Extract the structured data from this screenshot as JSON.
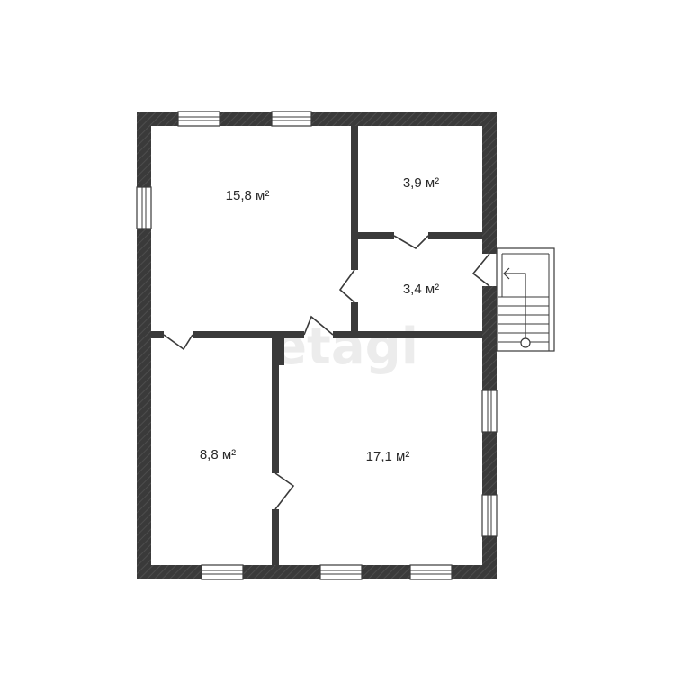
{
  "watermark": "etagi",
  "rooms": [
    {
      "id": "living",
      "area": "15,8 м²"
    },
    {
      "id": "storage",
      "area": "3,9 м²"
    },
    {
      "id": "hall",
      "area": "3,4 м²"
    },
    {
      "id": "bedroom",
      "area": "8,8 м²"
    },
    {
      "id": "main",
      "area": "17,1 м²"
    }
  ],
  "colors": {
    "wall": "#3a3a3a",
    "wall_hatch": "#555555",
    "window_frame": "#3a3a3a",
    "background": "#ffffff"
  }
}
